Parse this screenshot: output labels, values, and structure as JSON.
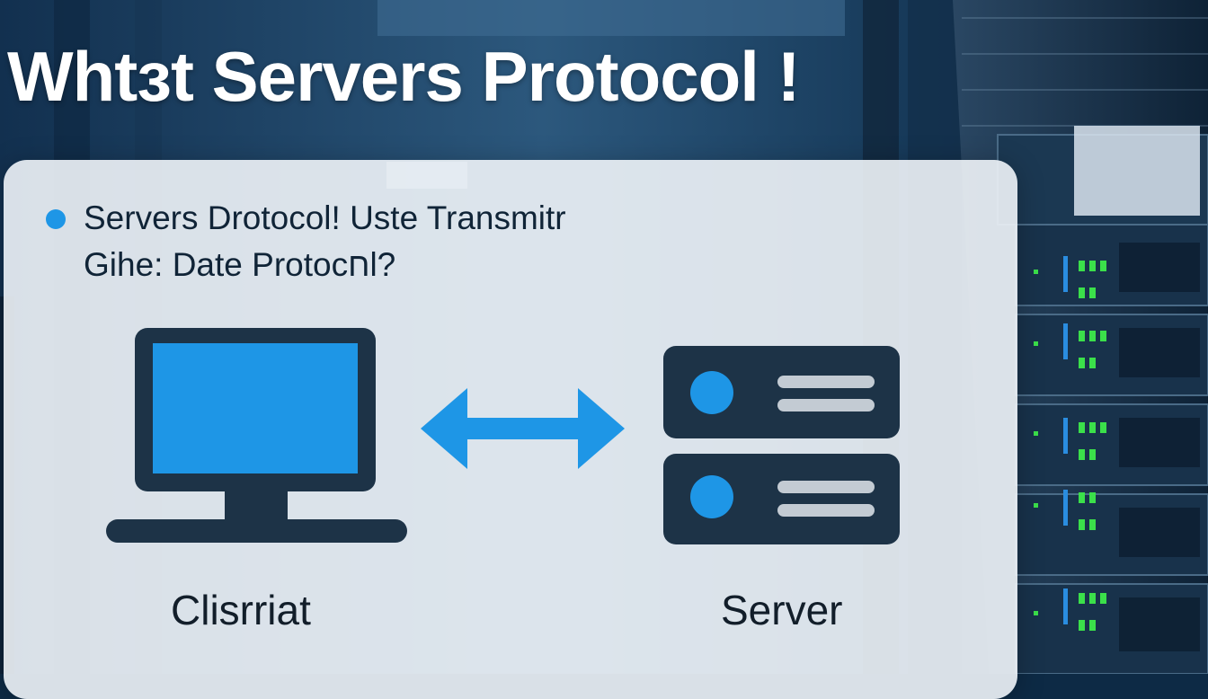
{
  "title": "Whtзt Servers Protocol !",
  "bullet": {
    "line1": "Servers Drotocol! Uste Transmitr",
    "line2": "Gihe: Date Protocחl?"
  },
  "labels": {
    "client": "Clisrriat",
    "server": "Server"
  },
  "icons": {
    "client": "monitor-icon",
    "server": "server-rack-icon",
    "arrow": "bidirectional-arrow-icon"
  },
  "colors": {
    "accent_blue": "#1e96e6",
    "icon_dark": "#1d3347",
    "panel": "#f0f4f8",
    "led_green": "#3be04a"
  }
}
